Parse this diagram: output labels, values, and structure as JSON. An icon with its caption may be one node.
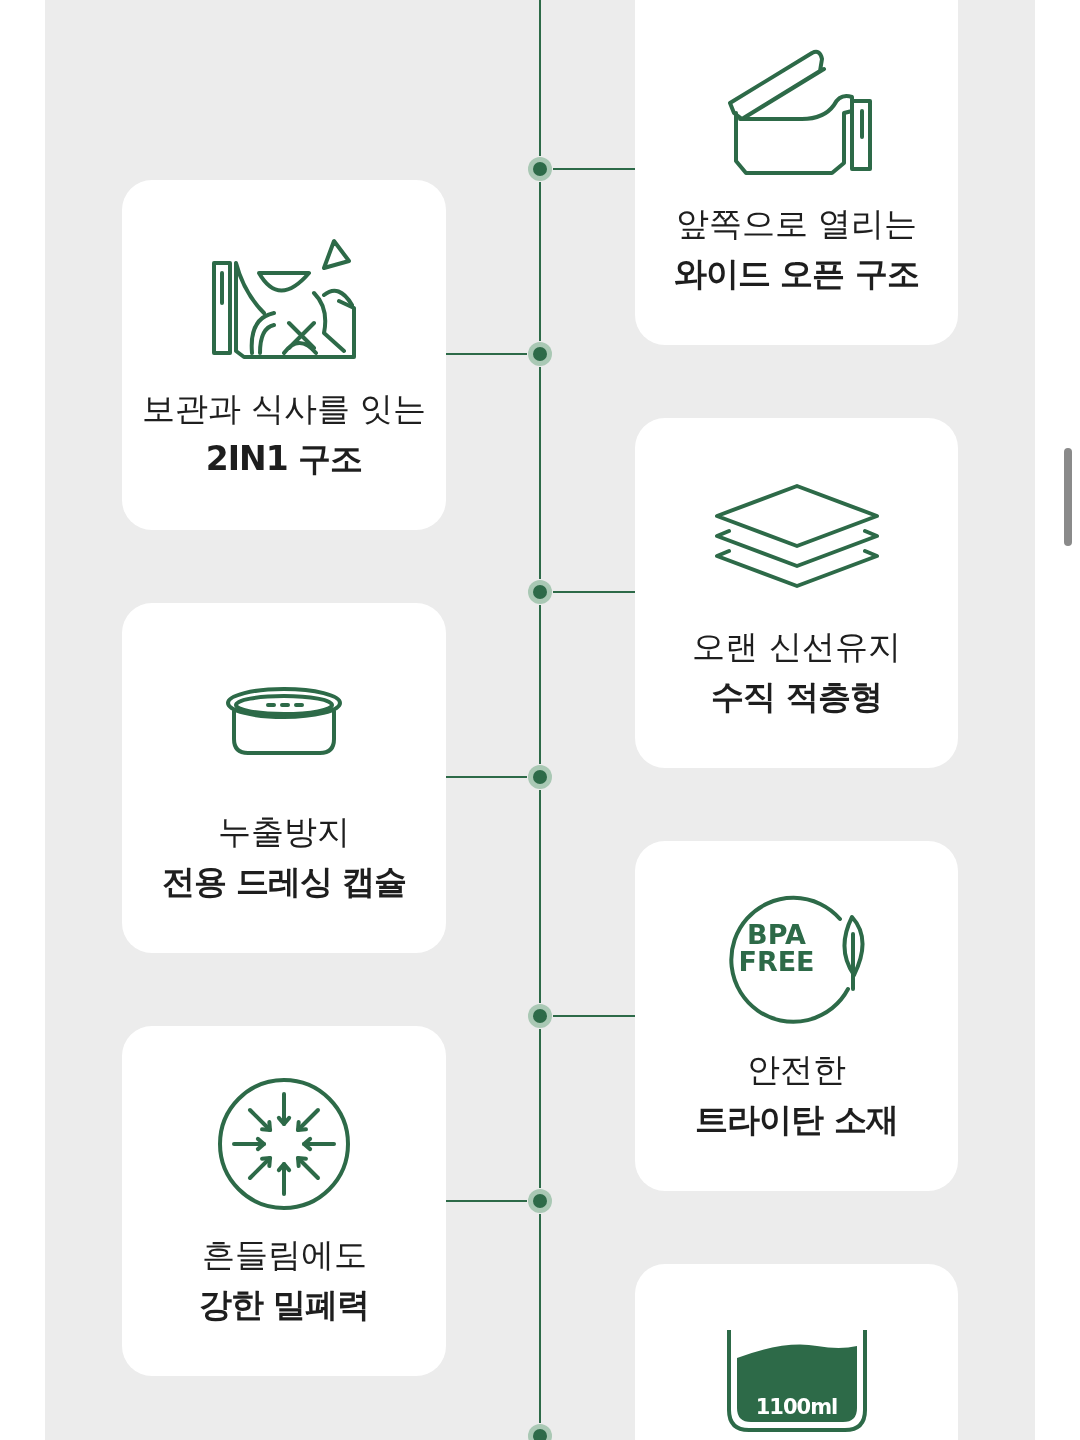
{
  "diagram": {
    "nodes": [
      {
        "text": [
          "앞쪽으로 열리는",
          "와이드 오픈 구조"
        ]
      },
      {
        "text": [
          "보관과 식사를 잇는",
          "2IN1 구조"
        ]
      },
      {
        "text": [
          "오랜 신선유지",
          "수직 적층형"
        ]
      },
      {
        "text": [
          "누출방지",
          "전용 드레싱 캡슐"
        ]
      },
      {
        "text": [
          "BPA FREE",
          "안전한",
          "트라이탄 소재"
        ]
      },
      {
        "text": [
          "흔들림에도",
          "강한 밀폐력"
        ]
      },
      {
        "text": [
          "1100ml"
        ]
      },
      {
        "text": [],
        "shape": "circle"
      },
      {
        "text": [],
        "shape": "circle"
      },
      {
        "text": [],
        "shape": "circle"
      },
      {
        "text": [],
        "shape": "circle"
      },
      {
        "text": [],
        "shape": "circle"
      },
      {
        "text": [],
        "shape": "circle"
      },
      {
        "text": [],
        "shape": "circle"
      }
    ],
    "edges": [
      {
        "from": null,
        "to": 7,
        "arrow": "none"
      },
      {
        "from": 7,
        "to": 8,
        "arrow": "none"
      },
      {
        "from": 8,
        "to": 9,
        "arrow": "none"
      },
      {
        "from": 9,
        "to": 10,
        "arrow": "none"
      },
      {
        "from": 10,
        "to": 11,
        "arrow": "none"
      },
      {
        "from": 11,
        "to": 12,
        "arrow": "none"
      },
      {
        "from": 12,
        "to": 13,
        "arrow": "none"
      },
      {
        "from": 0,
        "to": 7,
        "arrow": "none"
      },
      {
        "from": 1,
        "to": 8,
        "arrow": "none"
      },
      {
        "from": 2,
        "to": 9,
        "arrow": "none"
      },
      {
        "from": 3,
        "to": 10,
        "arrow": "none"
      },
      {
        "from": 4,
        "to": 11,
        "arrow": "none"
      },
      {
        "from": 5,
        "to": 12,
        "arrow": "none"
      }
    ]
  }
}
